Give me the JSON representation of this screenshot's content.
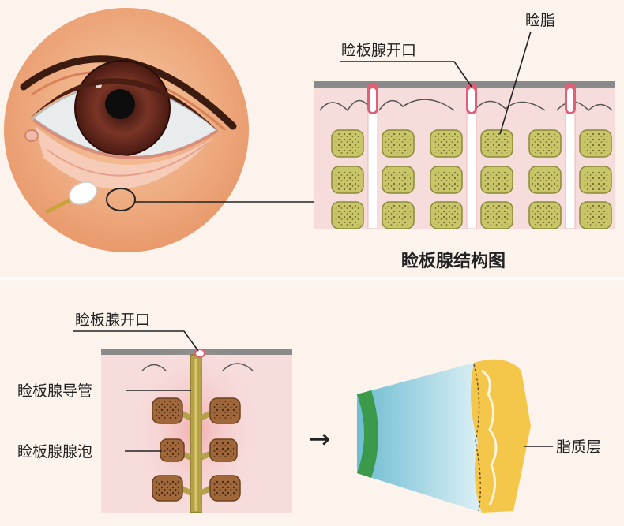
{
  "top_panel": {
    "label_opening": "睑板腺开口",
    "label_meibum": "睑脂",
    "title": "睑板腺结构图"
  },
  "bottom_panel": {
    "label_opening": "睑板腺开口",
    "label_duct": "睑板腺导管",
    "label_acini": "睑板腺腺泡",
    "arrow": "→",
    "label_lipid": "脂质层"
  },
  "colors": {
    "background": "#fbf3ec",
    "tissue": "#f7dcdc",
    "gland": "#c9c66a",
    "gland_dark": "#a0683a",
    "duct": "#ffffff",
    "opening": "#e0607a",
    "iris": "#6a2b20",
    "skin": "#f1b38c",
    "lipid": "#f4c64a",
    "tear_film": "#8ccde0",
    "cornea_edge": "#3a9a4a"
  }
}
